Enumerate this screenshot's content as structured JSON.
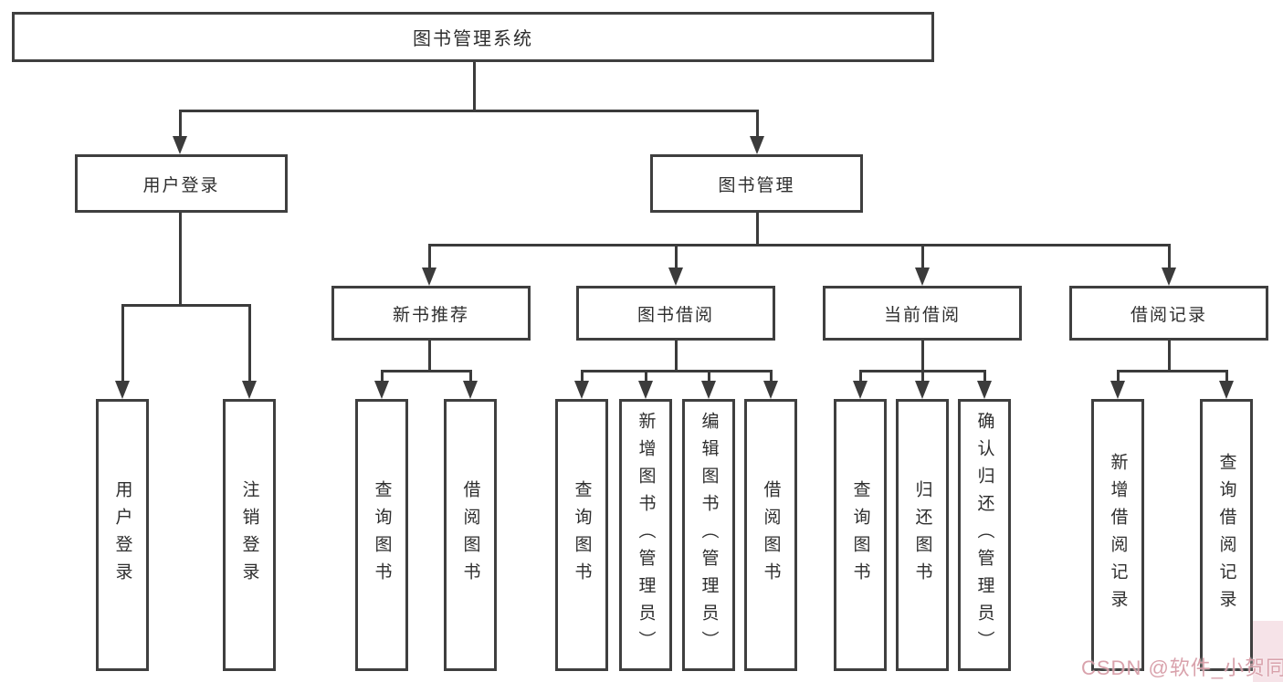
{
  "colors": {
    "line": "#3b3b3b",
    "border": "#3f3f3f",
    "text": "#2e2e2e",
    "bg": "#ffffff",
    "wm": "#d79ea8",
    "wmtint": "#f6e3e8"
  },
  "watermark": {
    "text": "CSDN @软件_小贺同学"
  },
  "tree": {
    "root": {
      "label": "图书管理系统",
      "children": [
        {
          "label": "用户登录",
          "children": [
            {
              "label": "用户登录"
            },
            {
              "label": "注销登录"
            }
          ]
        },
        {
          "label": "图书管理",
          "children": [
            {
              "label": "新书推荐",
              "children": [
                {
                  "label": "查询图书"
                },
                {
                  "label": "借阅图书"
                }
              ]
            },
            {
              "label": "图书借阅",
              "children": [
                {
                  "label": "查询图书"
                },
                {
                  "label": "新增图书（管理员）"
                },
                {
                  "label": "编辑图书（管理员）"
                },
                {
                  "label": "借阅图书"
                }
              ]
            },
            {
              "label": "当前借阅",
              "children": [
                {
                  "label": "查询图书"
                },
                {
                  "label": "归还图书"
                },
                {
                  "label": "确认归还（管理员）"
                }
              ]
            },
            {
              "label": "借阅记录",
              "children": [
                {
                  "label": "新增借阅记录"
                },
                {
                  "label": "查询借阅记录"
                }
              ]
            }
          ]
        }
      ]
    }
  }
}
